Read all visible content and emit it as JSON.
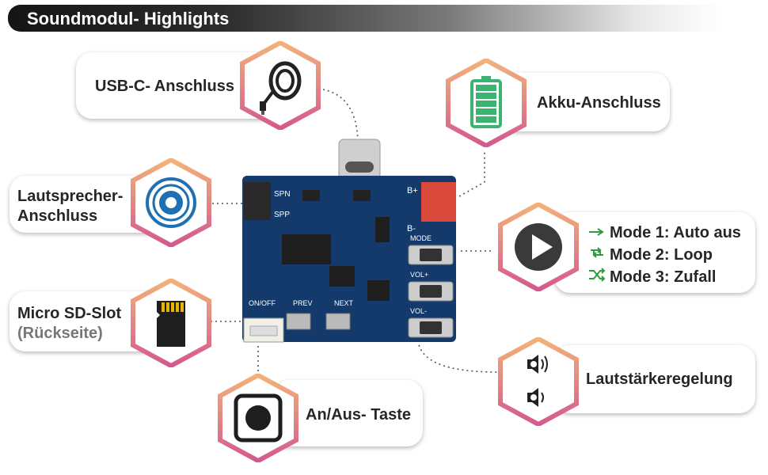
{
  "header": {
    "title": "Soundmodul- Highlights"
  },
  "features": {
    "usb": {
      "label": "USB-C- Anschluss",
      "icon": "usb-c-cable-icon"
    },
    "battery": {
      "label": "Akku-Anschluss",
      "icon": "battery-icon",
      "color": "#3cb371"
    },
    "speaker": {
      "label_line1": "Lautsprecher-",
      "label_line2": "Anschluss",
      "icon": "speaker-icon",
      "color": "#1f6fb5"
    },
    "sd": {
      "label_line1": "Micro SD-Slot",
      "label_line2": "(Rückseite)",
      "icon": "micro-sd-card-icon"
    },
    "power": {
      "label": "An/Aus- Taste",
      "icon": "push-button-icon"
    },
    "volume": {
      "label": "Lautstärkeregelung",
      "icon": "volume-icon"
    },
    "modes": {
      "icon": "play-icon",
      "items": [
        {
          "label": "Mode 1: Auto aus",
          "icon": "arrow-right-icon"
        },
        {
          "label": "Mode 2: Loop",
          "icon": "loop-icon"
        },
        {
          "label": "Mode 3: Zufall",
          "icon": "shuffle-icon"
        }
      ]
    }
  },
  "board": {
    "labels": {
      "spn": "SPN",
      "spp": "SPP",
      "bplus": "B+",
      "bminus": "B-",
      "mode": "MODE",
      "volplus": "VOL+",
      "volminus": "VOL-",
      "onoff": "ON/OFF",
      "prev": "PREV",
      "next": "NEXT"
    }
  },
  "colors": {
    "accent_gradient": [
      "#f2b27a",
      "#d45a8e"
    ],
    "board": "#143a6b",
    "connector": "#d94a3a",
    "mode_icon": "#2e9b3c"
  }
}
